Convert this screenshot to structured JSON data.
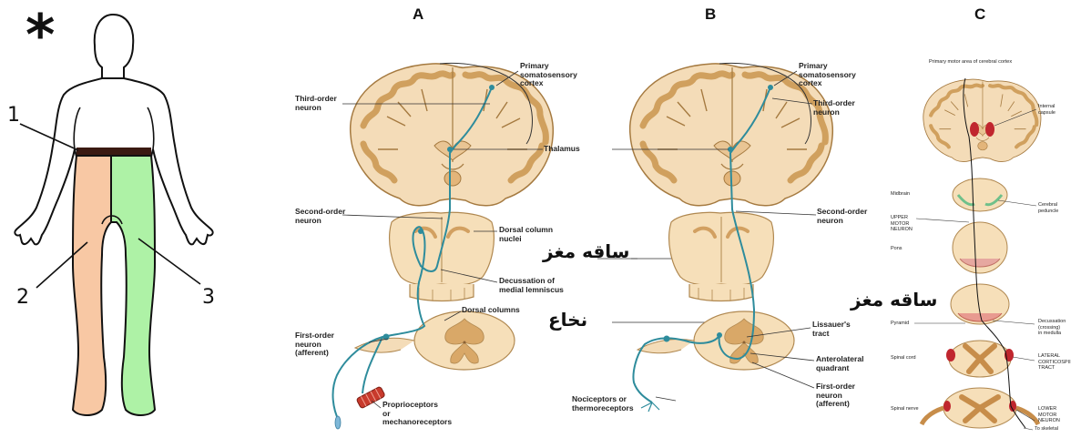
{
  "figure": {
    "asterisk": "*",
    "body": {
      "labels": [
        "1",
        "2",
        "3"
      ],
      "colors": {
        "band": "#3a1a12",
        "left_leg": "#f8c8a4",
        "right_leg": "#aef2a6"
      }
    },
    "panel_a": {
      "letter": "A",
      "labels": {
        "primary_cortex": "Primary\nsomatosensory\ncortex",
        "third_order": "Third-order\nneuron",
        "thalamus": "Thalamus",
        "second_order": "Second-order\nneuron",
        "dorsal_nuclei": "Dorsal column\nnuclei",
        "decussation": "Decussation of\nmedial lemniscus",
        "dorsal_columns": "Dorsal columns",
        "first_order": "First-order\nneuron\n(afferent)",
        "receptors": "Proprioceptors\nor\nmechanoreceptors"
      }
    },
    "panel_b": {
      "letter": "B",
      "labels": {
        "primary_cortex": "Primary\nsomatosensory\ncortex",
        "third_order": "Third-order\nneuron",
        "second_order": "Second-order\nneuron",
        "lissauer": "Lissauer's\ntract",
        "anterolateral": "Anterolateral\nquadrant",
        "first_order": "First-order\nneuron\n(afferent)",
        "nociceptors": "Nociceptors or\nthermoreceptors"
      }
    },
    "persian": {
      "brainstem": "ساقه مغز",
      "spinal_cord": "نخاع"
    },
    "panel_c": {
      "letter": "C",
      "labels": {
        "motor_area": "Primary motor area of cerebral cortex",
        "internal_capsule": "Internal\ncapsule",
        "midbrain": "Midbrain",
        "cerebral_peduncle": "Cerebral\npeduncle",
        "upper_motor": "UPPER\nMOTOR\nNEURON",
        "pons": "Pons",
        "pyramid": "Pyramid",
        "decussation": "Decussation\n(crossing)\nin medulla",
        "spinal_cord": "Spinal cord",
        "lateral_tract": "LATERAL\nCORTICOSPII\nTRACT",
        "spinal_nerve": "Spinal nerve",
        "lower_motor": "LOWER\nMOTOR\nNEURON",
        "to_skeletal": "To skeletal"
      }
    },
    "colors": {
      "brain_fill": "#f4dcb8",
      "brain_gray": "#c9954e",
      "brain_outline": "#a57a40",
      "pathway": "#2e8c9c",
      "cord_fill": "#f6dfb9",
      "red_tract": "#c0262e"
    }
  }
}
